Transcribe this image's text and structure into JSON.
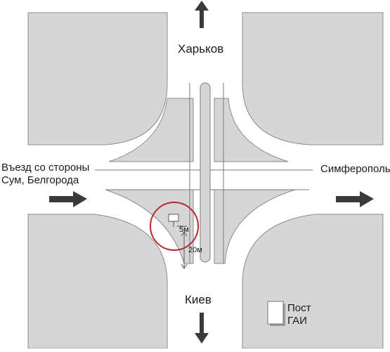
{
  "labels": {
    "north": "Харьков",
    "south": "Киев",
    "east": "Симферополь",
    "west_line1": "Въезд со стороны",
    "west_line2": "Сум, Белгорода",
    "post_line1": "Пост",
    "post_line2": "ГАИ",
    "dist_20": "20м",
    "dist_5": "5м"
  },
  "colors": {
    "block": "#d6d6d6",
    "block_stroke": "#8a8a8a",
    "road": "#ffffff",
    "arrow": "#3a3a3a",
    "circle": "#b52a2a",
    "line": "#7a7a7a"
  },
  "icons": {
    "north": "arrow-up-icon",
    "south": "arrow-down-icon",
    "east": "arrow-right-icon",
    "west": "arrow-right-icon"
  }
}
